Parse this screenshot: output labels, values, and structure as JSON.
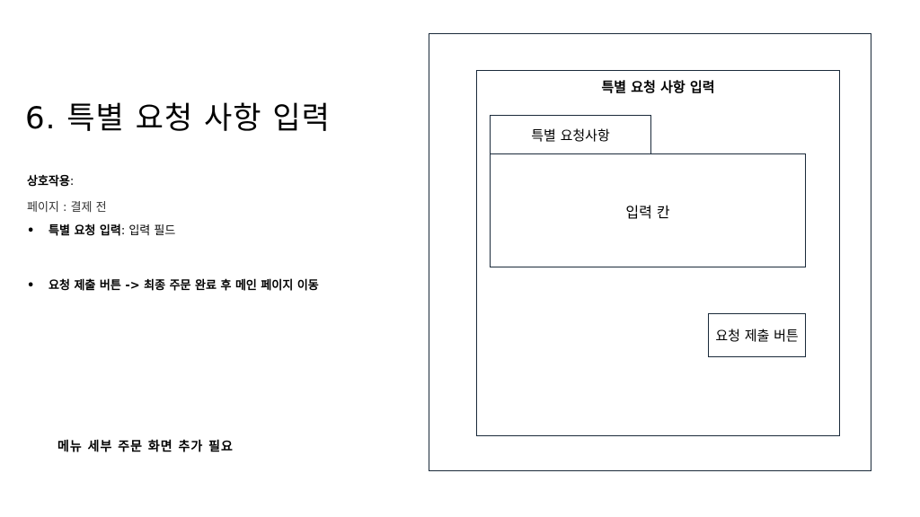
{
  "slide": {
    "title": "6. 특별 요청 사항 입력",
    "interaction_label": "상호작용",
    "interaction_colon": ":",
    "page_line": "페이지 : 결제 전",
    "bullets": [
      {
        "bold": "특별 요청 입력",
        "rest": ": 입력 필드"
      },
      {
        "bold": "요청 제출 버튼 -> 최종 주문 완료 후 메인 페이지 이동",
        "rest": ""
      }
    ],
    "bullet_marker": "•",
    "footer_note": "메뉴 세부 주문 화면 추가 필요"
  },
  "wireframe": {
    "screen_title": "특별 요청 사항 입력",
    "tab_label": "특별 요청사항",
    "input_label": "입력 칸",
    "submit_button_label": "요청 제출 버튼"
  }
}
